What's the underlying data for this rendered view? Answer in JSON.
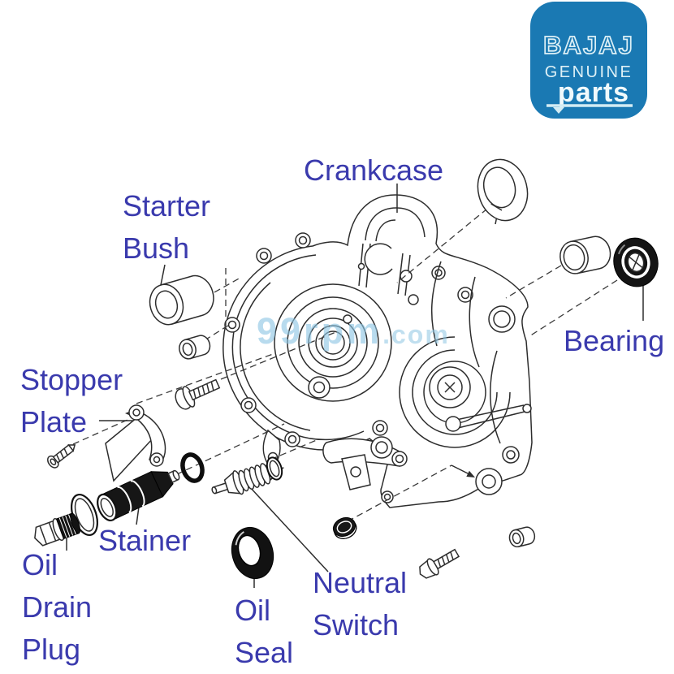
{
  "logo": {
    "line1": "BAJAJ",
    "line2": "GENUINE",
    "line3": "parts"
  },
  "watermark": {
    "site": "99rpm",
    "suffix": ".com"
  },
  "labels": {
    "crankcase": "Crankcase",
    "starter_bush": [
      "Starter",
      "Bush"
    ],
    "bearing": "Bearing",
    "stopper_plate": [
      "Stopper",
      "Plate"
    ],
    "stainer": "Stainer",
    "oil_drain_plug": [
      "Oil",
      "Drain",
      "Plug"
    ],
    "oil_seal": [
      "Oil",
      "Seal"
    ],
    "neutral_switch": [
      "Neutral",
      "Switch"
    ]
  },
  "parts_depicted": [
    "crankcase-casting",
    "seal-washer-top",
    "starter-bush",
    "dowel-bush",
    "needle-bearing",
    "ball-bearing",
    "stopper-plate",
    "pan-head-screw",
    "tapping-screw",
    "o-ring",
    "oil-strainer",
    "sealing-ring",
    "oil-drain-plug",
    "oil-seal",
    "neutral-switch",
    "switch-washer",
    "rubber-cap",
    "flange-bolt",
    "spacer-bush"
  ],
  "colors": {
    "label_blue": "#3a3aad",
    "logo_blue": "#1a79b3",
    "logo_text": "#ddf0f6",
    "watermark_blue": "#8ec6e4",
    "line_dark": "#2d2d2d"
  }
}
